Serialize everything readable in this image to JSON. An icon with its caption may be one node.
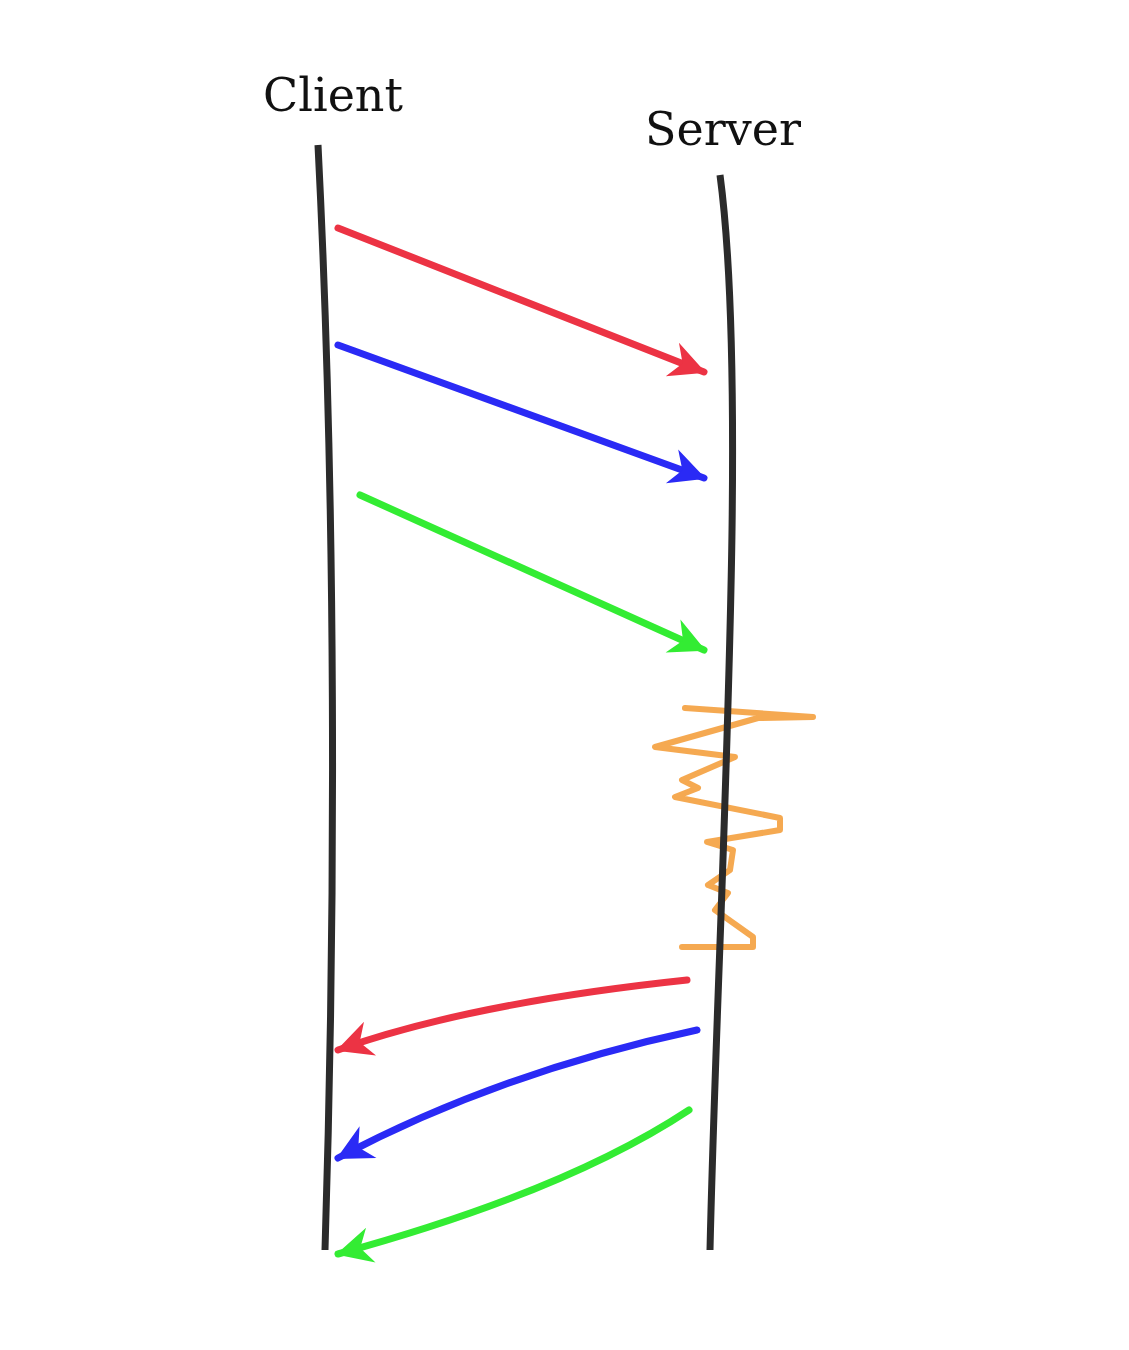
{
  "diagram": {
    "nodes": [
      {
        "text": [
          "Client"
        ]
      },
      {
        "text": [
          "Server"
        ]
      }
    ],
    "edges": [
      {
        "from": 0,
        "to": 1,
        "arrow": "to",
        "color": "#ec3344"
      },
      {
        "from": 0,
        "to": 1,
        "arrow": "to",
        "color": "#2a2af5"
      },
      {
        "from": 0,
        "to": 1,
        "arrow": "to",
        "color": "#33ec33"
      },
      {
        "from": 1,
        "to": 0,
        "arrow": "to",
        "color": "#ec3344"
      },
      {
        "from": 1,
        "to": 0,
        "arrow": "to",
        "color": "#2a2af5"
      },
      {
        "from": 1,
        "to": 0,
        "arrow": "to",
        "color": "#33ec33"
      }
    ]
  }
}
